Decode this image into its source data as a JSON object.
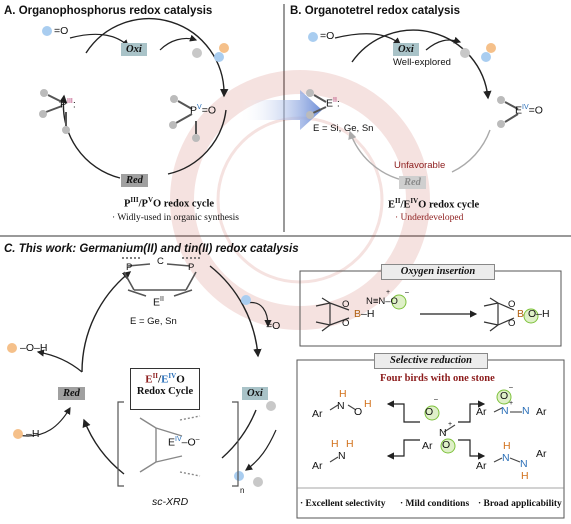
{
  "panel_a": {
    "title": "A. Organophosphorus redox catalysis",
    "oxi": "Oxi",
    "red": "Red",
    "p3_label": "P",
    "p3_ox": "III",
    "p5_label": "P",
    "p5_ox": "V",
    "oxo": "=O",
    "cycle_el1": "P",
    "cycle_ox1": "III",
    "cycle_sep": "/P",
    "cycle_ox2": "V",
    "cycle_suffix": "O redox cycle",
    "note": "· Widly-used in organic synthesis"
  },
  "panel_b": {
    "title": "B. Organotetrel redox catalysis",
    "oxi": "Oxi",
    "red": "Red",
    "well_explored": "Well-explored",
    "unfavorable": "Unfavorable",
    "e2_label": "E",
    "e2_ox": "II",
    "e4_label": "E",
    "e4_ox": "IV",
    "oxo": "=O",
    "elements": "E = Si, Ge, Sn",
    "cycle_el1": "E",
    "cycle_ox1": "II",
    "cycle_sep": "/E",
    "cycle_ox2": "IV",
    "cycle_suffix": "O redox cycle",
    "note": "· Underdeveloped"
  },
  "panel_c": {
    "title": "C. This work: Germanium(II) and tin(II) redox catalysis",
    "oxi": "Oxi",
    "red": "Red",
    "elements": "E = Ge, Sn",
    "center_el1": "E",
    "center_ox1": "II",
    "center_sep": "/",
    "center_el2": "E",
    "center_ox2": "IV",
    "center_o": "O",
    "center_line2": "Redox Cycle",
    "oxo": "=O",
    "oh": "–O–H",
    "h": "–H",
    "xrd": "sc-XRD",
    "n_sub": "n",
    "ligand_p": "P",
    "ligand_c": "C",
    "e_top": "E",
    "e_top_ox": "II",
    "e_bottom": "E",
    "e_bottom_ox": "IV",
    "e_bottom_o": "–O",
    "e_bottom_charge": "–"
  },
  "oxygen_insertion": {
    "title": "Oxygen insertion",
    "reagent": "N≡N–O",
    "reagent_plus": "+",
    "reagent_minus": "–",
    "b_left": "B",
    "h_left": "–H",
    "o_left_top": "O",
    "o_left_bottom": "O",
    "b_right": "B",
    "o_right": "O",
    "h_right": "–H",
    "o_right_top": "O",
    "o_right_bottom": "O"
  },
  "selective_reduction": {
    "title": "Selective reduction",
    "subtitle": "Four birds with one stone",
    "ar": "Ar",
    "n": "N",
    "o": "O",
    "h": "H",
    "minus": "–",
    "plus": "+",
    "features": [
      "· Excellent selectivity",
      "· Mild conditions",
      "· Broad applicability"
    ]
  },
  "colors": {
    "oxi_badge": "#a9c3c8",
    "red_badge": "#a0a0a0",
    "blue_ball": "#a9cdf0",
    "orange_ball": "#f5c08a",
    "grey_ball": "#c8c8c8",
    "green_ring": "#7ec23c",
    "accent_blue": "#2a6fb8",
    "dark_red": "#8c1c1c",
    "magenta": "#b0306a"
  }
}
